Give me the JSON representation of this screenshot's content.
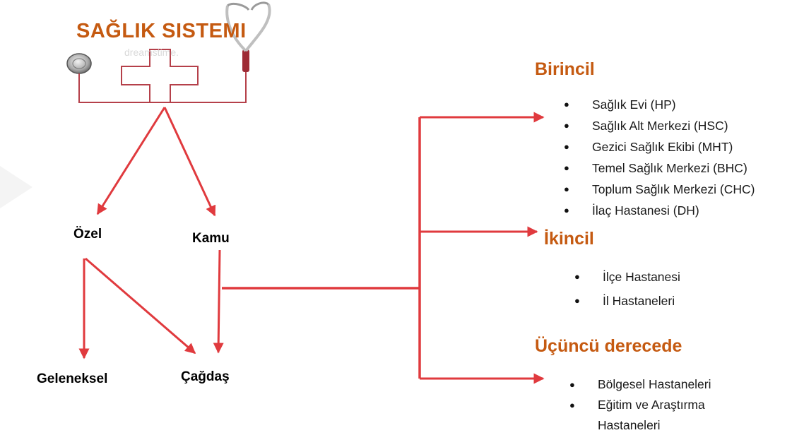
{
  "title": "SAĞLIK SISTEMI",
  "watermark": "dreamstime.",
  "nodes": {
    "ozel": "Özel",
    "kamu": "Kamu",
    "geleneksel": "Geleneksel",
    "cagdas": "Çağdaş"
  },
  "levels": [
    {
      "title": "Birincil",
      "items": [
        "Sağlık Evi (HP)",
        "Sağlık Alt Merkezi (HSC)",
        "Gezici Sağlık Ekibi (MHT)",
        "Temel Sağlık Merkezi (BHC)",
        "Toplum Sağlık Merkezi (CHC)",
        "İlaç Hastanesi (DH)"
      ]
    },
    {
      "title": "İkincil",
      "items": [
        "İlçe Hastanesi",
        "İl Hastaneleri"
      ]
    },
    {
      "title": "Üçüncü derecede",
      "items": [
        "Bölgesel Hastaneleri",
        "Eğitim ve Araştırma Hastaneleri"
      ]
    }
  ],
  "colors": {
    "arrow": "#e03a3e",
    "heading": "#c55a11",
    "tube": "#b5404a"
  },
  "icons": [
    "stethoscope-icon",
    "medical-cross-icon"
  ]
}
